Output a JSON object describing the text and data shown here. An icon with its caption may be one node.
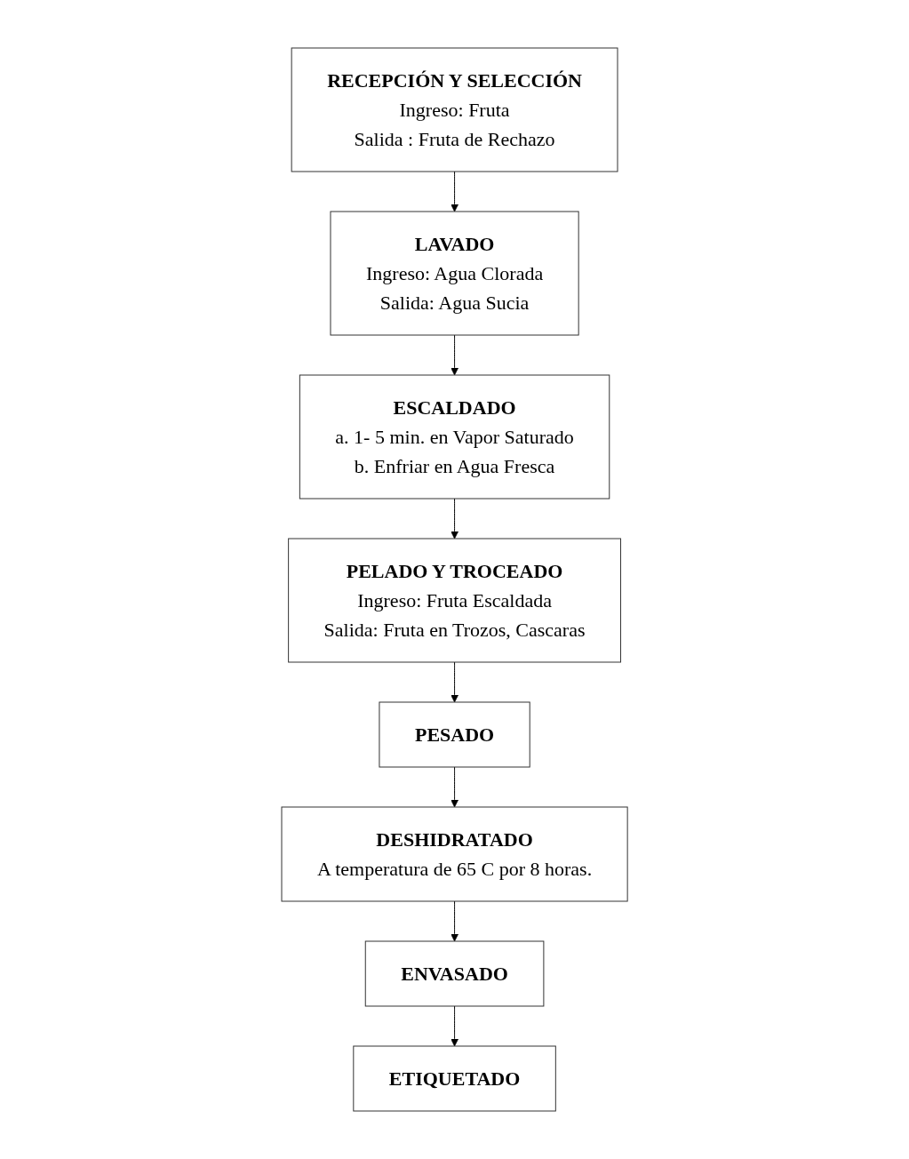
{
  "diagram": {
    "nodes": [
      {
        "text": [
          "RECEPCIÓN Y SELECCIÓN",
          "Ingreso: Fruta",
          "Salida : Fruta de Rechazo"
        ]
      },
      {
        "text": [
          "LAVADO",
          "Ingreso: Agua Clorada",
          "Salida: Agua Sucia"
        ]
      },
      {
        "text": [
          "ESCALDADO",
          "a. 1- 5 min. en Vapor Saturado",
          "b. Enfriar en Agua Fresca"
        ]
      },
      {
        "text": [
          "PELADO Y TROCEADO",
          "Ingreso: Fruta Escaldada",
          "Salida: Fruta en Trozos, Cascaras"
        ]
      },
      {
        "text": [
          "PESADO"
        ]
      },
      {
        "text": [
          "DESHIDRATADO",
          "A temperatura de 65 C por 8 horas."
        ]
      },
      {
        "text": [
          "ENVASADO"
        ]
      },
      {
        "text": [
          "ETIQUETADO"
        ]
      }
    ],
    "edges": [
      {
        "from": 0,
        "to": 1,
        "arrow": "to"
      },
      {
        "from": 1,
        "to": 2,
        "arrow": "to"
      },
      {
        "from": 2,
        "to": 3,
        "arrow": "to"
      },
      {
        "from": 3,
        "to": 4,
        "arrow": "to"
      },
      {
        "from": 4,
        "to": 5,
        "arrow": "to"
      },
      {
        "from": 5,
        "to": 6,
        "arrow": "to"
      },
      {
        "from": 6,
        "to": 7,
        "arrow": "to"
      }
    ]
  }
}
